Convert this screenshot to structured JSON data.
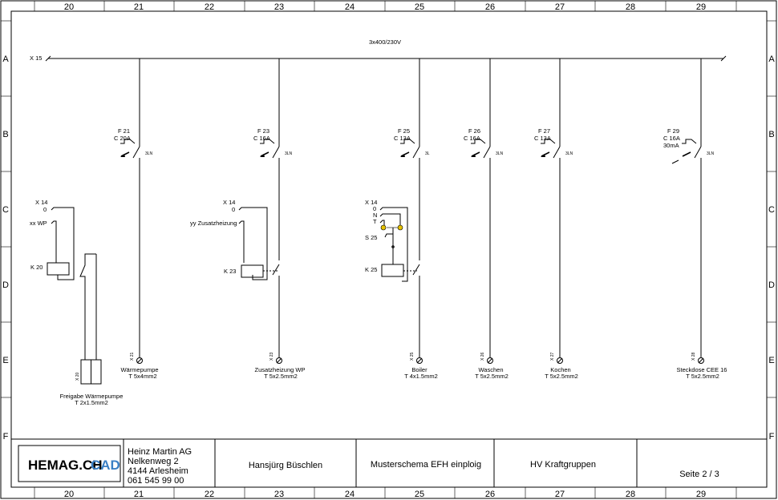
{
  "frame": {
    "columns": [
      "20",
      "21",
      "22",
      "23",
      "24",
      "25",
      "26",
      "27",
      "28",
      "29"
    ],
    "rows": [
      "A",
      "B",
      "C",
      "D",
      "E",
      "F"
    ]
  },
  "supply": {
    "label": "X 15",
    "voltage": "3x400/230V"
  },
  "circuits": [
    {
      "breaker_id": "F 21",
      "breaker_rating": "C 20A",
      "breaker_extra": "",
      "poles": "3LN",
      "terminal": "X 21",
      "load_name": "Wärmepumpe",
      "cable": "T 5x4mm2"
    },
    {
      "breaker_id": "F 23",
      "breaker_rating": "C 16A",
      "breaker_extra": "",
      "poles": "3LN",
      "terminal": "X 23",
      "load_name": "Zusatzheizung WP",
      "cable": "T 5x2.5mm2"
    },
    {
      "breaker_id": "F 25",
      "breaker_rating": "C 13A",
      "breaker_extra": "",
      "poles": "3L",
      "terminal": "X 25",
      "load_name": "Boiler",
      "cable": "T 4x1.5mm2"
    },
    {
      "breaker_id": "F 26",
      "breaker_rating": "C 16A",
      "breaker_extra": "",
      "poles": "3LN",
      "terminal": "X 26",
      "load_name": "Waschen",
      "cable": "T 5x2.5mm2"
    },
    {
      "breaker_id": "F 27",
      "breaker_rating": "C 13A",
      "breaker_extra": "",
      "poles": "3LN",
      "terminal": "X 27",
      "load_name": "Kochen",
      "cable": "T 5x2.5mm2"
    },
    {
      "breaker_id": "F 29",
      "breaker_rating": "C 16A",
      "breaker_extra": "30mA",
      "poles": "3LN",
      "terminal": "X 28",
      "load_name": "Steckdose CEE 16",
      "cable": "T 5x2.5mm2"
    }
  ],
  "controls": {
    "wp": {
      "terminal": "X 14",
      "zero": "0",
      "input": "xx WP",
      "relay": "K 20"
    },
    "zh": {
      "terminal": "X 14",
      "zero": "0",
      "input": "yy Zusatzheizung",
      "relay": "K 23"
    },
    "boiler": {
      "terminal": "X 14",
      "zero": "0",
      "n": "N",
      "t": "T",
      "switch": "S 25",
      "relay": "K 25"
    }
  },
  "release": {
    "terminal": "X 20",
    "name": "Freigabe Wärmepumpe",
    "cable": "T 2x1.5mm2"
  },
  "title_block": {
    "logo_main": "HEMAG.CH",
    "logo_accent": "CAD",
    "company": "Heinz Martin AG",
    "street": "Nelkenweg 2",
    "city": "4144 Arlesheim",
    "phone": "061 545 99 00",
    "designer": "Hansjürg Büschlen",
    "project": "Musterschema EFH einploig",
    "drawing": "HV Kraftgruppen",
    "page": "Seite 2 / 3"
  },
  "colors": {
    "logo_text": "#3a3a3a",
    "logo_accent": "#3a7fc4",
    "indicator": "#e6c200"
  }
}
